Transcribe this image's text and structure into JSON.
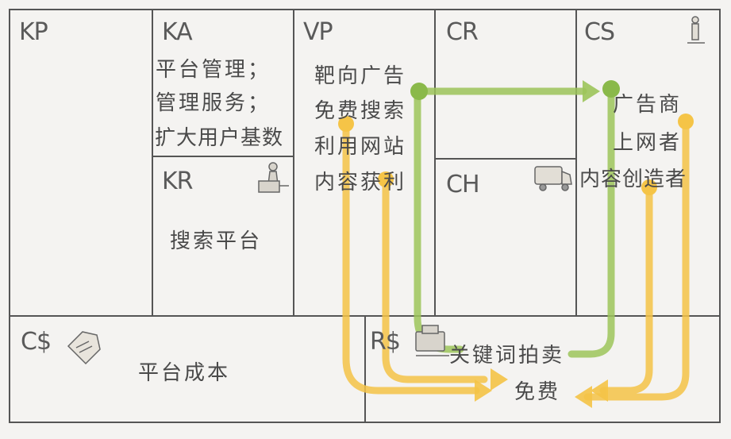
{
  "blocks": {
    "kp": {
      "header": "KP"
    },
    "ka": {
      "header": "KA",
      "lines": [
        "平台管理；",
        "管理服务；",
        "扩大用户基数"
      ]
    },
    "kr": {
      "header": "KR",
      "text": "搜索平台"
    },
    "vp": {
      "header": "VP",
      "lines": [
        "靶向广告",
        "免费搜索",
        "利用网站",
        "内容获利"
      ]
    },
    "cr": {
      "header": "CR"
    },
    "ch": {
      "header": "CH"
    },
    "cs": {
      "header": "CS",
      "lines": [
        "广告商",
        "上网者",
        "内容创造者"
      ]
    },
    "cost": {
      "header": "C$",
      "text": "平台成本"
    },
    "revenue": {
      "header": "R$",
      "lines": [
        "关键词拍卖",
        "免费"
      ]
    }
  },
  "colors": {
    "green": "#9cc45a",
    "yellow": "#f5c447",
    "lines": "#555555",
    "background": "#f4f3f1"
  },
  "icons": {
    "cs": "person-standing-icon",
    "kr": "worker-at-machine-icon",
    "ch": "delivery-truck-icon",
    "cost": "price-tag-icon",
    "revenue": "cash-register-icon"
  }
}
